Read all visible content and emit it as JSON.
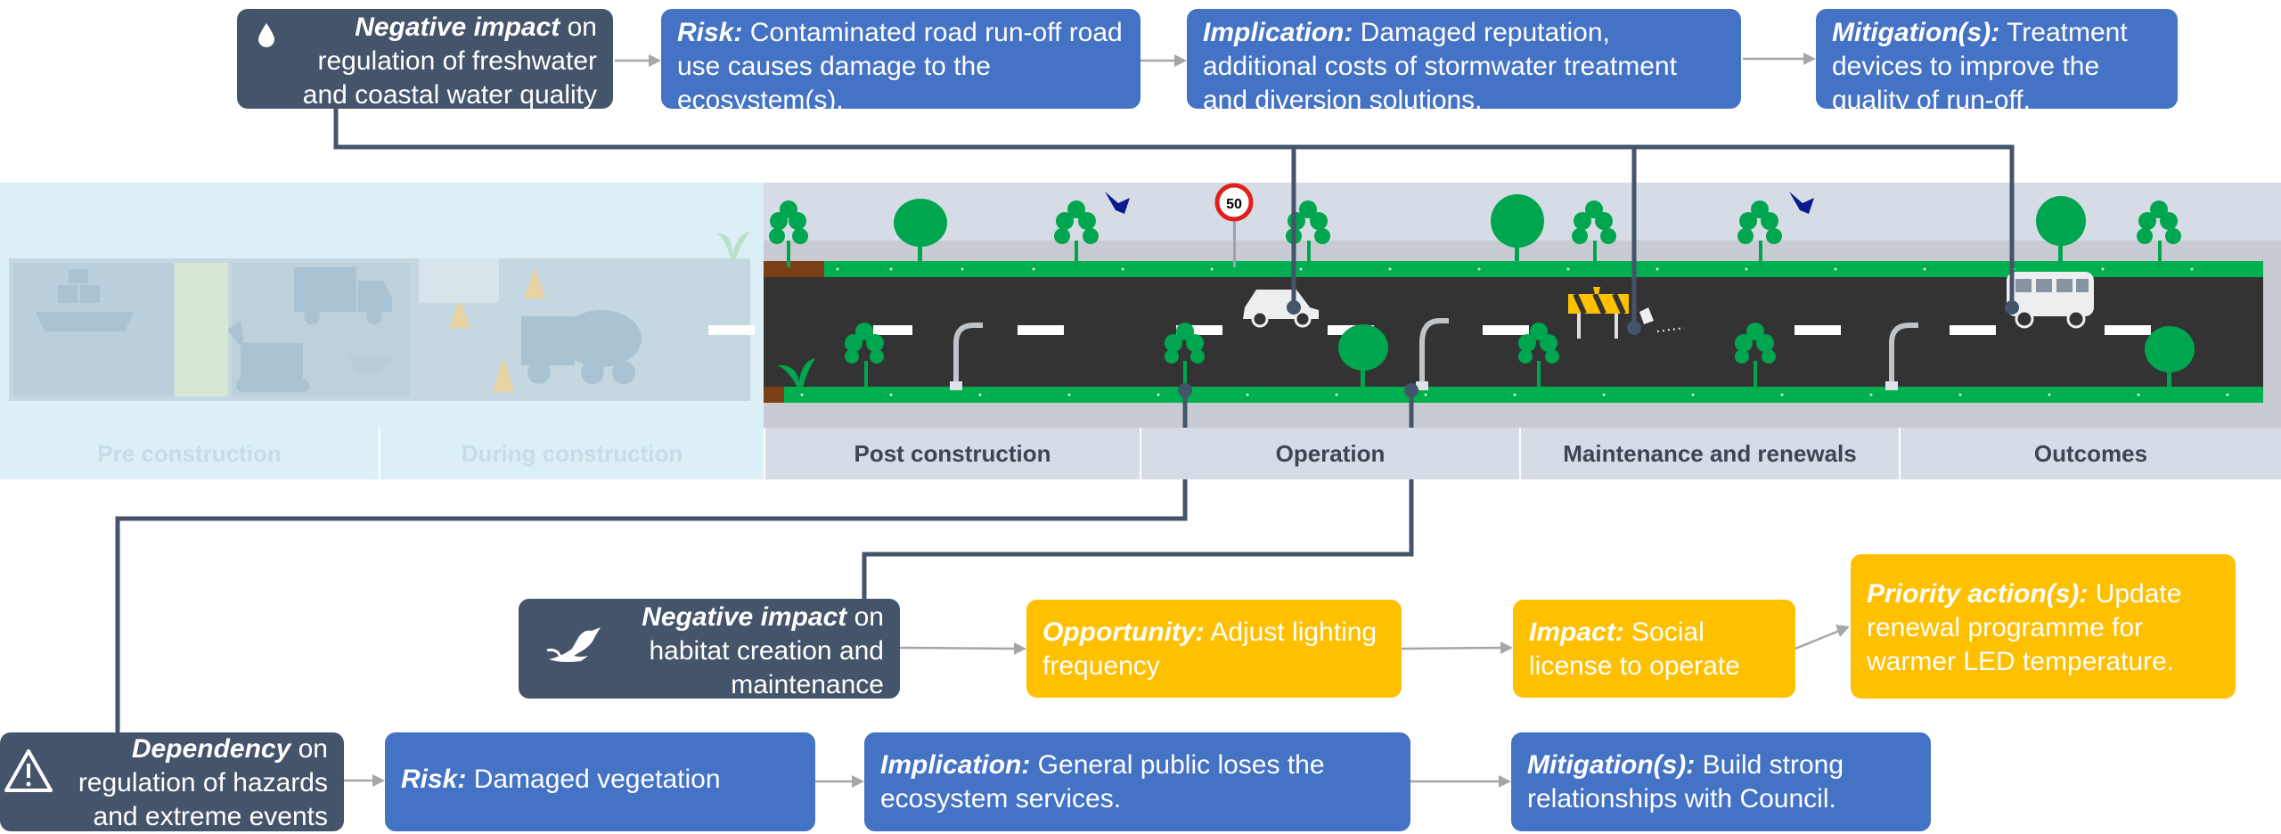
{
  "top_row": {
    "impact": {
      "label": "Negative impact",
      "text": " on regulation of freshwater and coastal water quality",
      "icon": "water-drop-icon"
    },
    "risk": {
      "label": "Risk:",
      "text": " Contaminated road run-off road use causes damage to the ecosystem(s)."
    },
    "implication": {
      "label": "Implication:",
      "text": "  Damaged reputation, additional costs of stormwater treatment and diversion solutions."
    },
    "mitigation": {
      "label": "Mitigation(s):",
      "text": " Treatment devices to improve the quality of run-off."
    }
  },
  "road": {
    "speed_sign": "50",
    "stages": [
      "Pre construction",
      "During construction",
      "Post construction",
      "Operation",
      "Maintenance and renewals",
      "Outcomes"
    ]
  },
  "middle_row": {
    "impact": {
      "label": "Negative impact",
      "text": " on habitat creation and maintenance",
      "icon": "bird-icon"
    },
    "opportunity": {
      "label": "Opportunity:",
      "text": " Adjust lighting frequency"
    },
    "impact2": {
      "label": "Impact:",
      "text": " Social license to operate"
    },
    "priority": {
      "label": "Priority action(s):",
      "text": " Update renewal programme for warmer LED temperature."
    }
  },
  "bottom_row": {
    "dependency": {
      "label": "Dependency",
      "text": " on regulation of hazards and extreme events",
      "icon": "warning-icon"
    },
    "risk": {
      "label": "Risk:",
      "text": " Damaged vegetation"
    },
    "implication": {
      "label": "Implication:",
      "text": " General public loses the ecosystem services."
    },
    "mitigation": {
      "label": "Mitigation(s):",
      "text": " Build strong relationships with Council."
    }
  },
  "colors": {
    "dark_box": "#44546a",
    "blue_box": "#4472c4",
    "yellow_box": "#ffc000",
    "road": "#333333",
    "grass": "#00b050",
    "connector": "#44546a",
    "faded_panel": "#dceef6"
  }
}
